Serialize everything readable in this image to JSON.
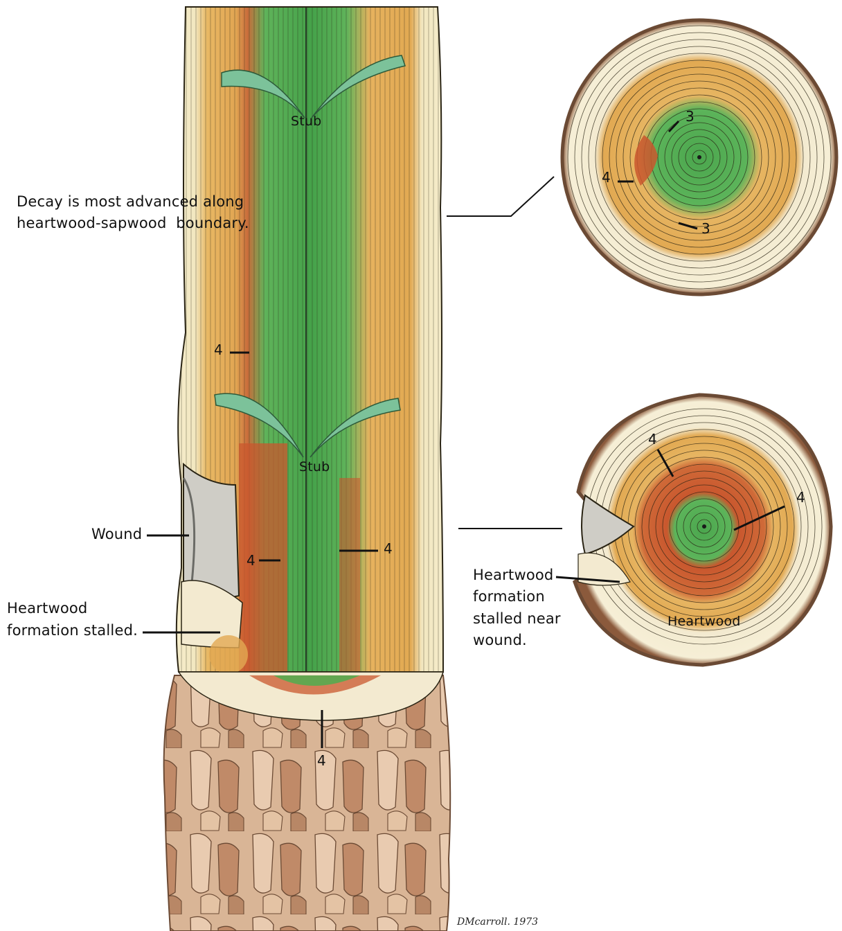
{
  "labels": {
    "decay_line1": "Decay is most advanced along",
    "decay_line2": "heartwood-sapwood  boundary.",
    "stub_top": "Stub",
    "stub_bottom": "Stub",
    "wound": "Wound",
    "heartwood_stalled_line1": "Heartwood",
    "heartwood_stalled_line2": "formation stalled.",
    "near_wound_line1": "Heartwood",
    "near_wound_line2": "formation",
    "near_wound_line3": "stalled near",
    "near_wound_line4": "wound.",
    "heartwood": "Heartwood",
    "signature": "DMcarroll. 1973"
  },
  "numbers": {
    "top_disc_3a": "3",
    "top_disc_4": "4",
    "top_disc_3b": "3",
    "trunk_4_upper": "4",
    "trunk_4_left": "4",
    "trunk_4_right": "4",
    "trunk_4_bottom": "4",
    "bottom_disc_4a": "4",
    "bottom_disc_4b": "4"
  },
  "colors": {
    "sapwood": "#f3ecc8",
    "heartwood": "#e2a94e",
    "decay_green": "#4fae4f",
    "decay_red": "#c9572e",
    "bark": "#c8a27e",
    "bark_dark": "#6b4a34"
  }
}
